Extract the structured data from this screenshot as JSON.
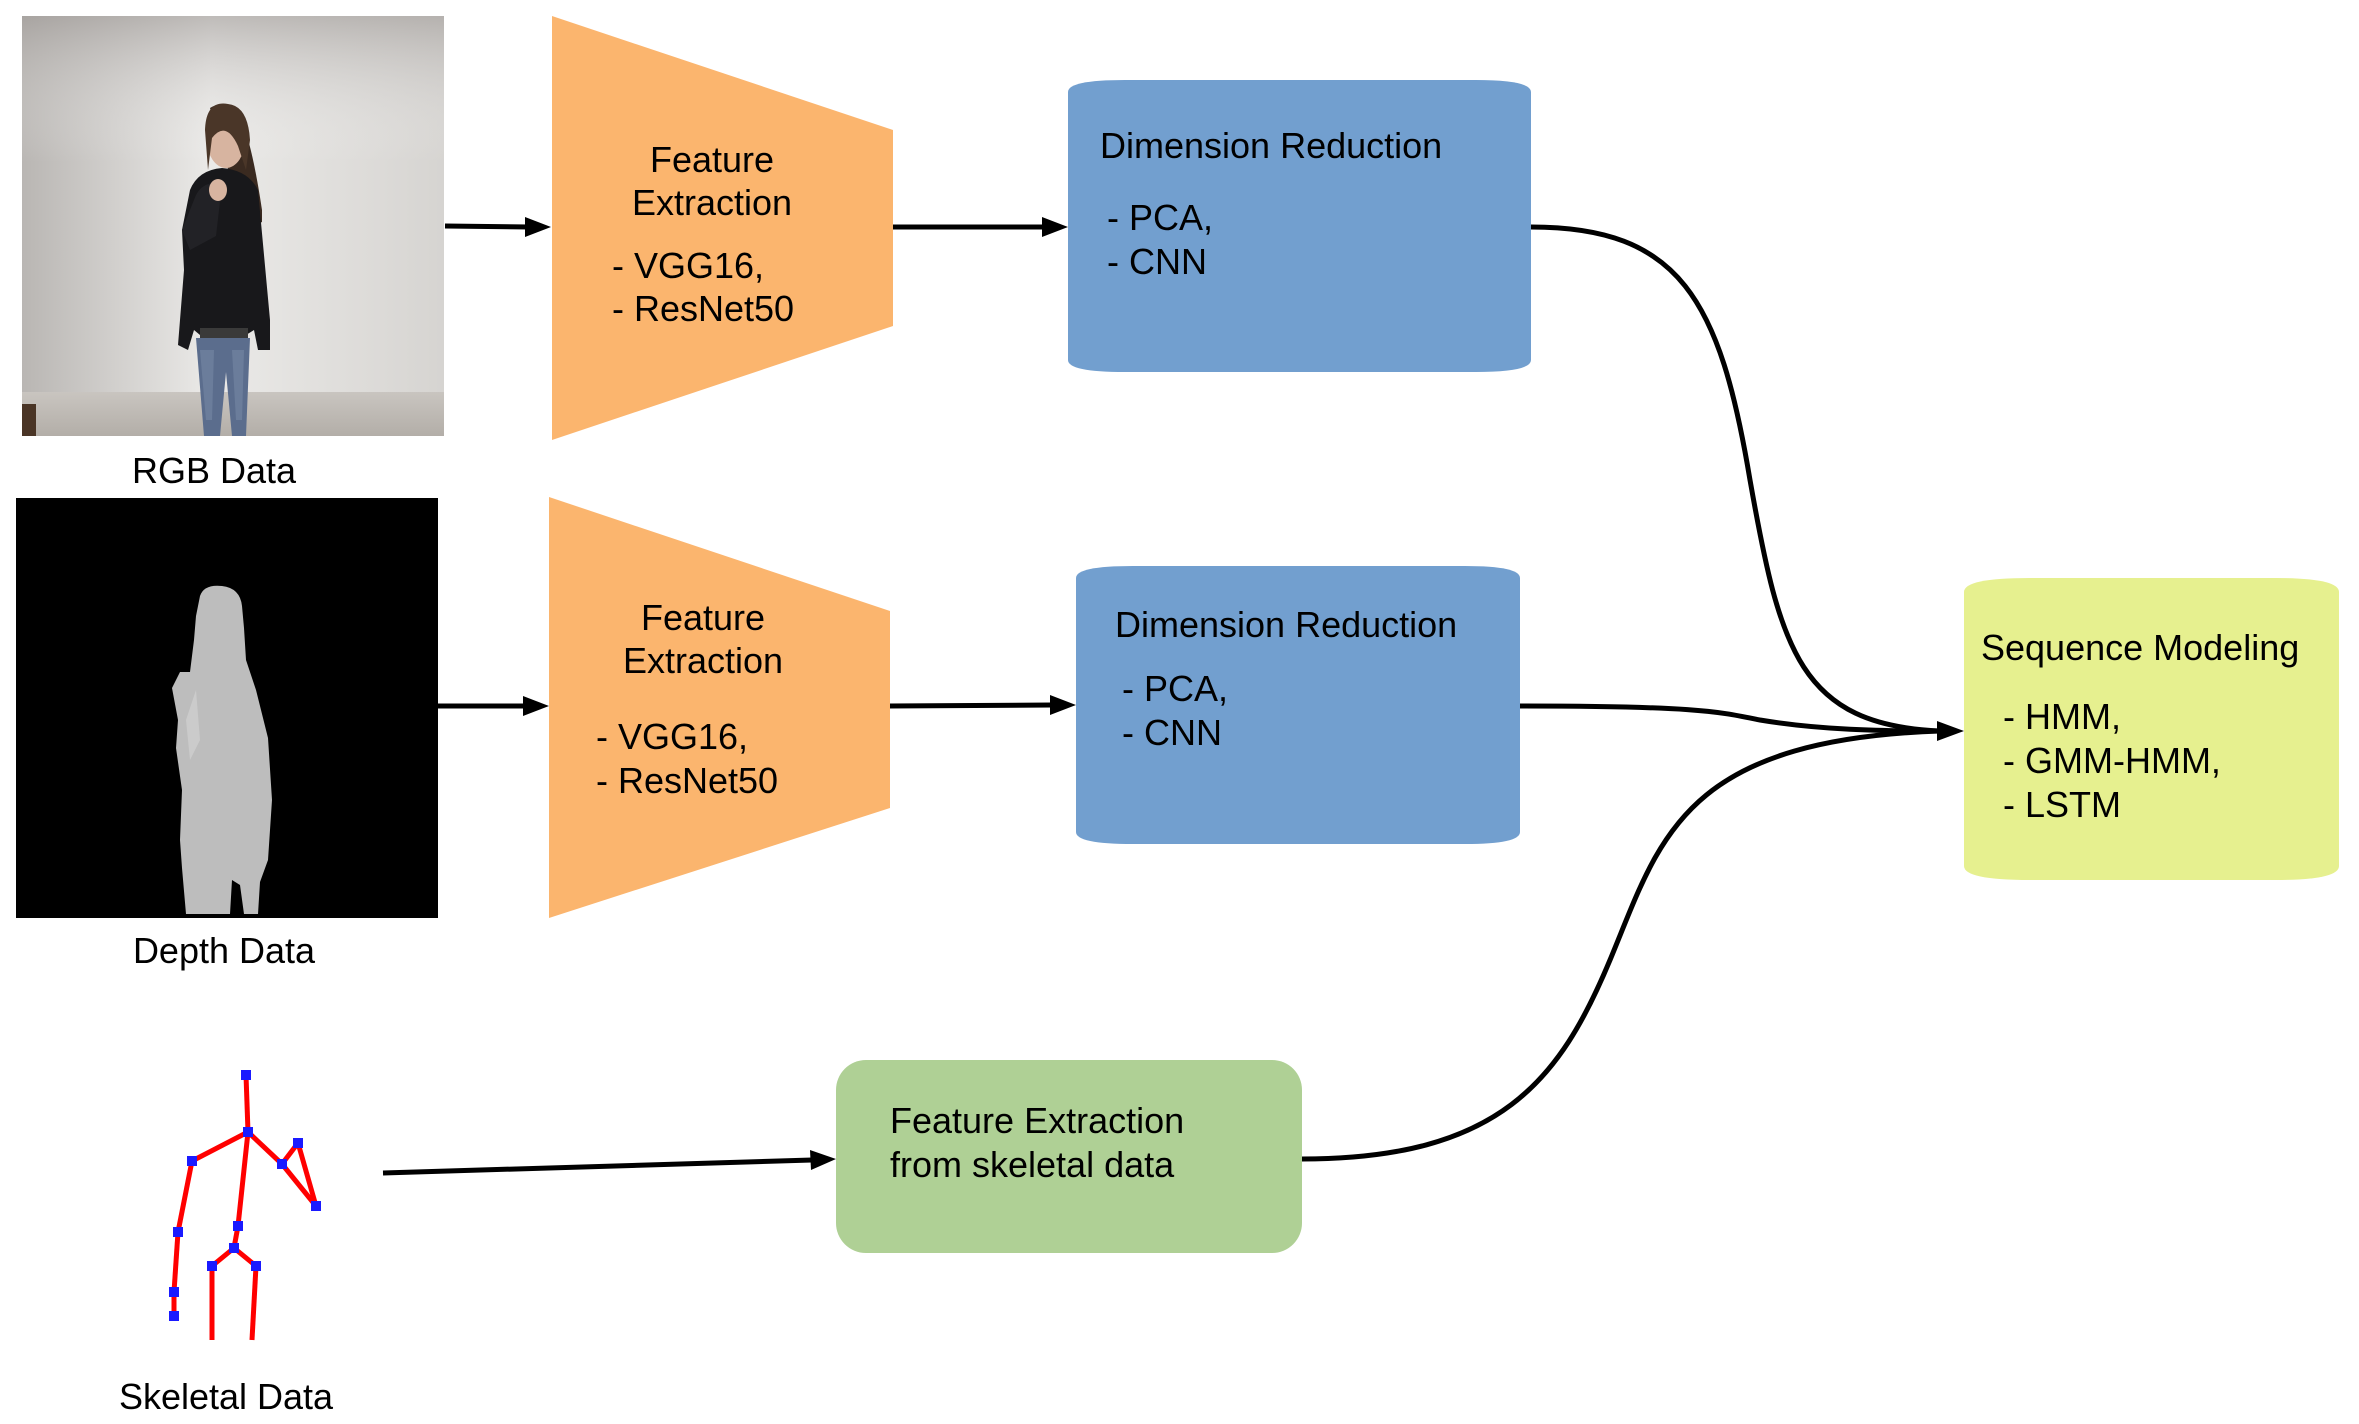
{
  "inputs": {
    "rgb": {
      "caption": "RGB Data"
    },
    "depth": {
      "caption": "Depth Data"
    },
    "skeletal": {
      "caption": "Skeletal Data"
    }
  },
  "feature_extraction_rgb": {
    "title_line1": "Feature",
    "title_line2": "Extraction",
    "item1": "- VGG16,",
    "item2": "- ResNet50",
    "color": "#fbb56e"
  },
  "feature_extraction_depth": {
    "title_line1": "Feature",
    "title_line2": "Extraction",
    "item1": "- VGG16,",
    "item2": "- ResNet50",
    "color": "#fbb56e"
  },
  "dimension_reduction_rgb": {
    "title": "Dimension Reduction",
    "item1": "- PCA,",
    "item2": "- CNN",
    "color": "#729fcf"
  },
  "dimension_reduction_depth": {
    "title": "Dimension Reduction",
    "item1": "- PCA,",
    "item2": "- CNN",
    "color": "#729fcf"
  },
  "feature_extraction_skeletal": {
    "line1": "Feature Extraction",
    "line2": "from skeletal data",
    "color": "#afd095"
  },
  "sequence_modeling": {
    "title": "Sequence Modeling",
    "item1": "- HMM,",
    "item2": "- GMM-HMM,",
    "item3": "- LSTM",
    "color": "#e6f08f"
  }
}
